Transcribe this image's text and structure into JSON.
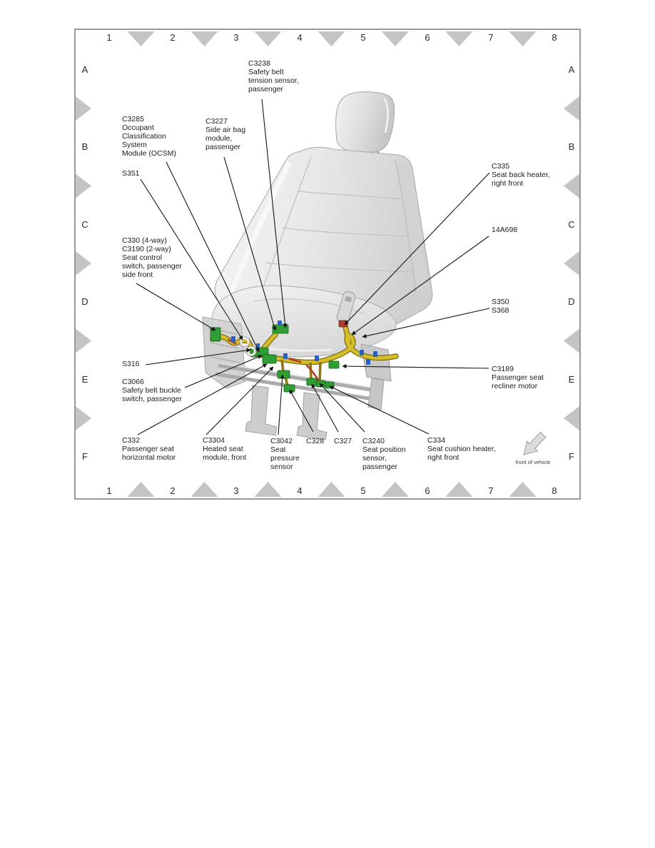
{
  "figure": {
    "type": "connector location diagram",
    "subject": "Front passenger seat wiring harness"
  },
  "grid": {
    "cols": [
      "1",
      "2",
      "3",
      "4",
      "5",
      "6",
      "7",
      "8"
    ],
    "rows": [
      "A",
      "B",
      "C",
      "D",
      "E",
      "F"
    ]
  },
  "callouts": {
    "c3238": {
      "text": "C3238\nSafety belt\ntension sensor,\npassenger"
    },
    "c3285": {
      "text": "C3285\nOccupant\nClassification\nSystem\nModule (OCSM)"
    },
    "c3227": {
      "text": "C3227\nSide air bag\nmodule,\npassenger"
    },
    "s351": {
      "text": "S351"
    },
    "c330": {
      "text": "C330  (4-way)\nC3190  (2-way)\nSeat control\nswitch, passenger\nside front"
    },
    "s316": {
      "text": "S316"
    },
    "c3066": {
      "text": "C3066\nSafety belt buckle\nswitch, passenger"
    },
    "c332": {
      "text": "C332\nPassenger seat\nhorizontal motor"
    },
    "c3304": {
      "text": "C3304\nHeated seat\nmodule, front"
    },
    "c3042": {
      "text": "C3042\nSeat\npressure\nsensor"
    },
    "c328": {
      "text": "C328"
    },
    "c327": {
      "text": "C327"
    },
    "c3240": {
      "text": "C3240\nSeat position\nsensor,\npassenger"
    },
    "c334": {
      "text": "C334\nSeat cushion heater,\nright front"
    },
    "c335": {
      "text": "C335\nSeat back heater,\nright front"
    },
    "h14a698": {
      "text": "14A698"
    },
    "s350": {
      "text": "S350\nS368"
    },
    "c3189": {
      "text": "C3189\nPassenger seat\nrecliner motor"
    }
  },
  "front_indicator": {
    "label": "front of vehicle"
  },
  "colors": {
    "harness": "#d4be2a",
    "harness_outline": "#7a6a10",
    "connector_green": "#2f9e33",
    "wire_red": "#b03a30",
    "clip_blue": "#2a5fc4",
    "triangle_gray": "#c4c4c4",
    "seat_gray": "#e9e9e9"
  }
}
